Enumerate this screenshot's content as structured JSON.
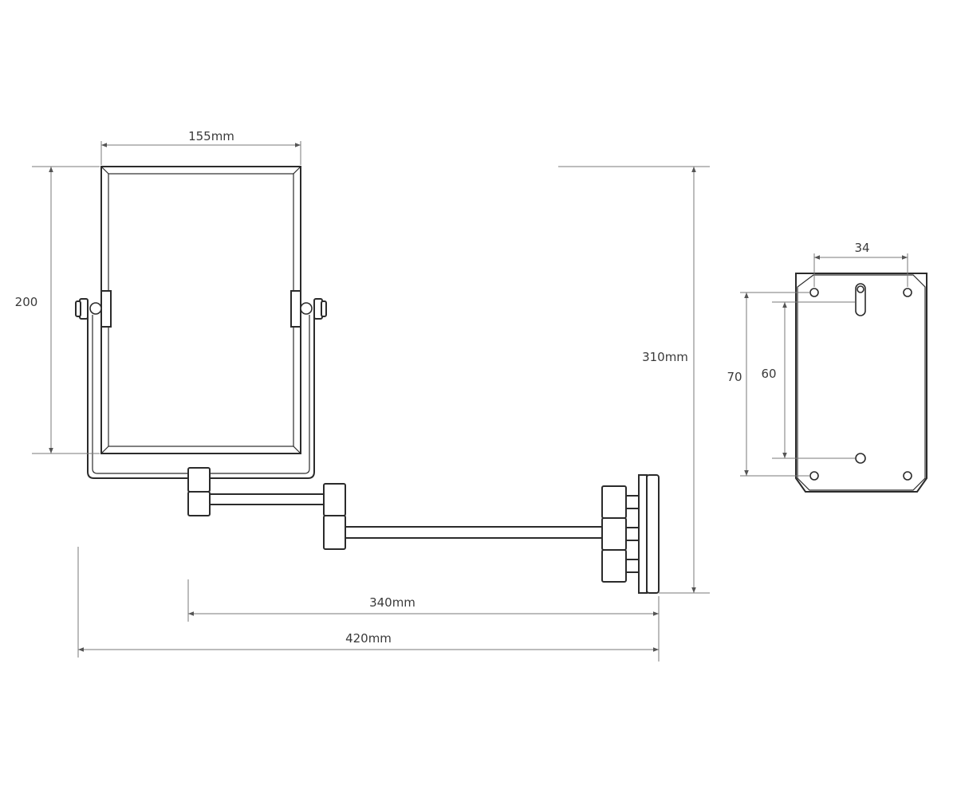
{
  "dimensions": {
    "mirror_width": "155mm",
    "mirror_height": "200",
    "total_height": "310mm",
    "arm_length": "340mm",
    "total_length": "420mm",
    "plate_hole_spacing_x": "34",
    "plate_outer_spacing_y": "70",
    "plate_inner_spacing_y": "60"
  }
}
